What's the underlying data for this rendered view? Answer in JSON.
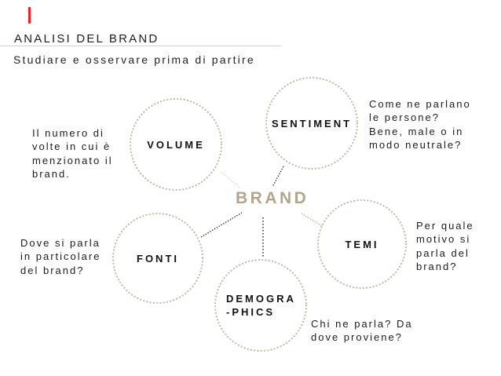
{
  "slide": {
    "title": "ANALISI DEL BRAND",
    "subtitle": "Studiare e osservare prima di partire",
    "center_label": "BRAND"
  },
  "nodes": {
    "volume": {
      "label": "VOLUME",
      "desc": "Il numero di\nvolte in cui è\nmenzionato il\nbrand."
    },
    "sentiment": {
      "label": "SENTIMENT",
      "desc": "Come ne parlano\nle persone?\nBene, male o in\nmodo neutrale?"
    },
    "fonti": {
      "label": "FONTI",
      "desc": "Dove si parla\nin particolare\ndel brand?"
    },
    "temi": {
      "label": "TEMI",
      "desc": "Per quale\nmotivo si\nparla del\nbrand?"
    },
    "demographics": {
      "label": "DEMOGRA\n-PHICS",
      "desc": "Chi ne parla? Da\ndove proviene?"
    }
  },
  "colors": {
    "accent_tan": "#b3a48c",
    "circle_dots": "#c3b9a6",
    "text": "#1c1c1c",
    "title_underline": "#d9d3c7",
    "cursor_red": "#ee2222"
  }
}
